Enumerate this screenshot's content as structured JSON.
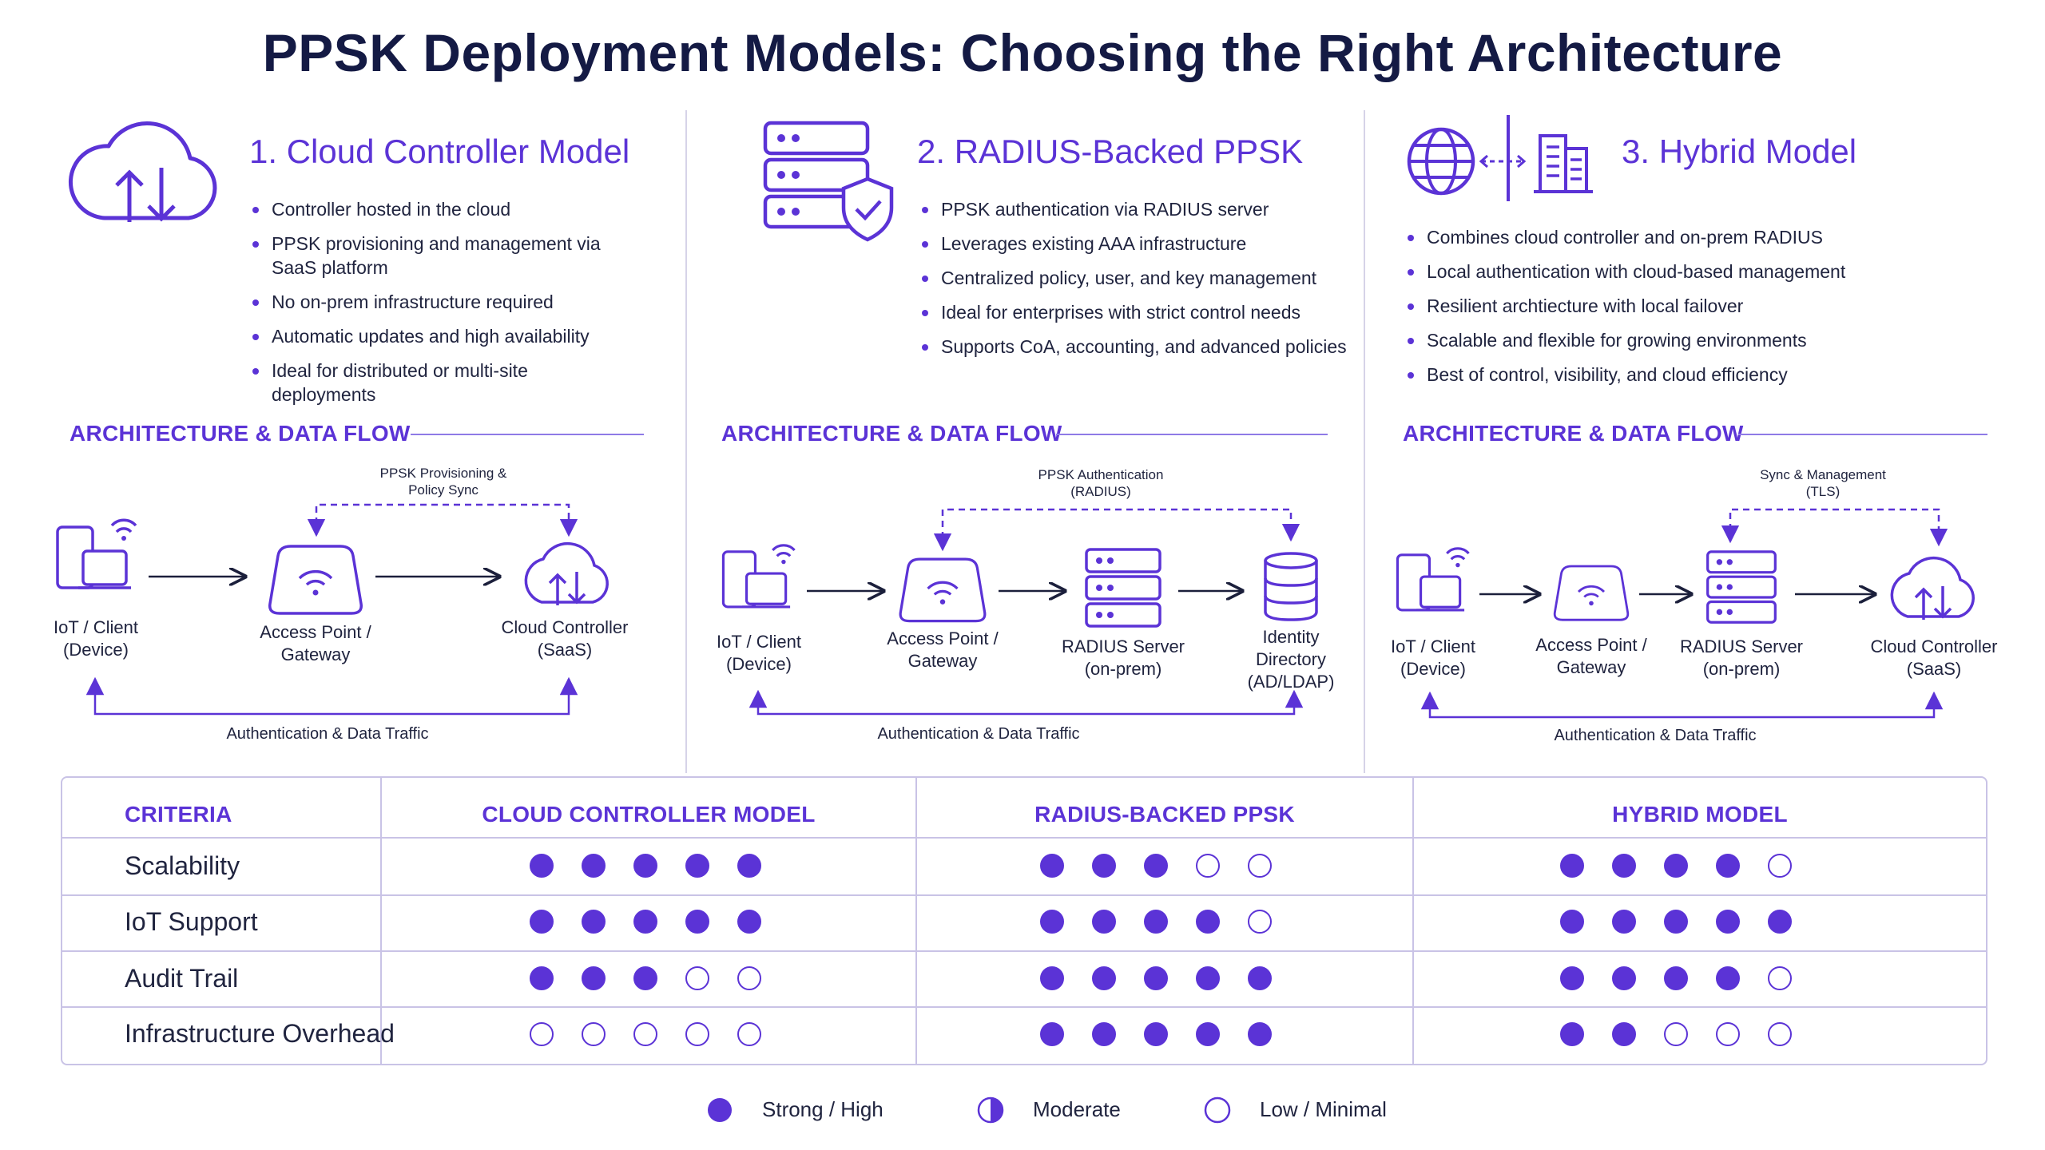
{
  "title": "PPSK Deployment Models: Choosing the Right Architecture",
  "sections": [
    {
      "title": "1. Cloud Controller Model",
      "icon": "cloud-sync-icon",
      "bullets": [
        "Controller hosted in the cloud",
        "PPSK provisioning and management via SaaS platform",
        "No on-prem infrastructure required",
        "Automatic updates and high availability",
        "Ideal for distributed or multi-site deployments"
      ],
      "arch_heading": "ARCHITECTURE & DATA FLOW",
      "sync_label": "PPSK Provisioning & Policy Sync",
      "nodes": [
        "IoT / Client (Device)",
        "Access Point / Gateway",
        "Cloud Controller (SaaS)"
      ],
      "bottom_label": "Authentication & Data Traffic"
    },
    {
      "title": "2. RADIUS-Backed PPSK",
      "icon": "server-shield-icon",
      "bullets": [
        "PPSK authentication via RADIUS server",
        "Leverages existing AAA infrastructure",
        "Centralized policy, user, and key management",
        "Ideal for enterprises with strict control needs",
        "Supports CoA, accounting, and advanced policies"
      ],
      "arch_heading": "ARCHITECTURE & DATA FLOW",
      "sync_label": "PPSK Authentication (RADIUS)",
      "nodes": [
        "IoT / Client (Device)",
        "Access Point / Gateway",
        "RADIUS Server (on-prem)",
        "Identity Directory (AD/LDAP)"
      ],
      "bottom_label": "Authentication & Data Traffic"
    },
    {
      "title": "3. Hybrid Model",
      "icon": "globe-building-icon",
      "bullets": [
        "Combines cloud controller and on-prem RADIUS",
        "Local authentication with cloud-based management",
        "Resilient archtiecture with local failover",
        "Scalable and flexible for growing environments",
        "Best of control, visibility, and cloud efficiency"
      ],
      "arch_heading": "ARCHITECTURE & DATA FLOW",
      "sync_label": "Sync & Management (TLS)",
      "nodes": [
        "IoT / Client (Device)",
        "Access Point / Gateway",
        "RADIUS Server (on-prem)",
        "Cloud Controller (SaaS)"
      ],
      "bottom_label": "Authentication & Data Traffic"
    }
  ],
  "table": {
    "headers": [
      "CRITERIA",
      "CLOUD CONTROLLER MODEL",
      "RADIUS-BACKED PPSK",
      "HYBRID MODEL"
    ],
    "rows": [
      {
        "label": "Scalability",
        "ratings": [
          5,
          3,
          4
        ]
      },
      {
        "label": "IoT Support",
        "ratings": [
          5,
          4,
          5
        ]
      },
      {
        "label": "Audit Trail",
        "ratings": [
          3,
          5,
          4
        ]
      },
      {
        "label": "Infrastructure Overhead",
        "ratings": [
          0,
          5,
          2
        ]
      }
    ],
    "max_rating": 5
  },
  "legend": [
    {
      "label": "Strong / High",
      "icon": "full-circle-icon"
    },
    {
      "label": "Moderate",
      "icon": "half-circle-icon"
    },
    {
      "label": "Low / Minimal",
      "icon": "empty-circle-icon"
    }
  ],
  "colors": {
    "accent": "#5b33d6",
    "title": "#141a44",
    "rule": "#c9c3e6"
  }
}
